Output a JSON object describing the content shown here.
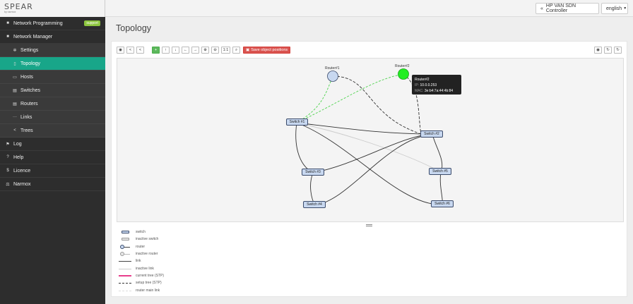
{
  "brand": {
    "name": "SPEAR",
    "tagline": "by narmox"
  },
  "sidebar": {
    "items": [
      {
        "label": "Network Programming",
        "badge": "support",
        "icon": "briefcase-icon"
      },
      {
        "label": "Network Manager",
        "icon": "briefcase-icon"
      },
      {
        "label": "Settings",
        "icon": "gear-icon"
      },
      {
        "label": "Topology",
        "icon": "map-icon"
      },
      {
        "label": "Hosts",
        "icon": "laptop-icon"
      },
      {
        "label": "Switches",
        "icon": "switch-icon"
      },
      {
        "label": "Routers",
        "icon": "router-icon"
      },
      {
        "label": "Links",
        "icon": "ellipsis-icon"
      },
      {
        "label": "Trees",
        "icon": "share-icon"
      },
      {
        "label": "Log",
        "icon": "flag-icon"
      },
      {
        "label": "Help",
        "icon": "question-icon"
      },
      {
        "label": "Licence",
        "icon": "dollar-icon"
      },
      {
        "label": "Narmox",
        "icon": "scale-icon"
      }
    ]
  },
  "header": {
    "controller_label": "HP VAN SDN Controller",
    "language": "english"
  },
  "page": {
    "title": "Topology"
  },
  "toolbar": {
    "zoom_reset": "1:1",
    "save_positions": "Save object positions"
  },
  "topology": {
    "switches": [
      "Switch #1",
      "Switch #2",
      "Switch #3",
      "Switch #4",
      "Switch #5",
      "Switch #6"
    ],
    "routers": [
      "Router#1",
      "Router#2"
    ],
    "tooltip": {
      "title": "Router#2",
      "ip_key": "IP:",
      "ip": "10.0.0.253",
      "mac_key": "MAC:",
      "mac": "3e:b4:7a:44:4b:84"
    }
  },
  "legend": [
    {
      "label": "switch"
    },
    {
      "label": "inactive switch"
    },
    {
      "label": "router"
    },
    {
      "label": "inactive router"
    },
    {
      "label": "link"
    },
    {
      "label": "inactive link"
    },
    {
      "label": "current tree (STP)",
      "color": "#e83e8c"
    },
    {
      "label": "setup tree (STP)"
    },
    {
      "label": "router main link"
    }
  ],
  "colors": {
    "accent": "#18a689",
    "router_active": "#22ee22",
    "router_inactive": "#c8d8f0",
    "danger": "#d9534f"
  }
}
